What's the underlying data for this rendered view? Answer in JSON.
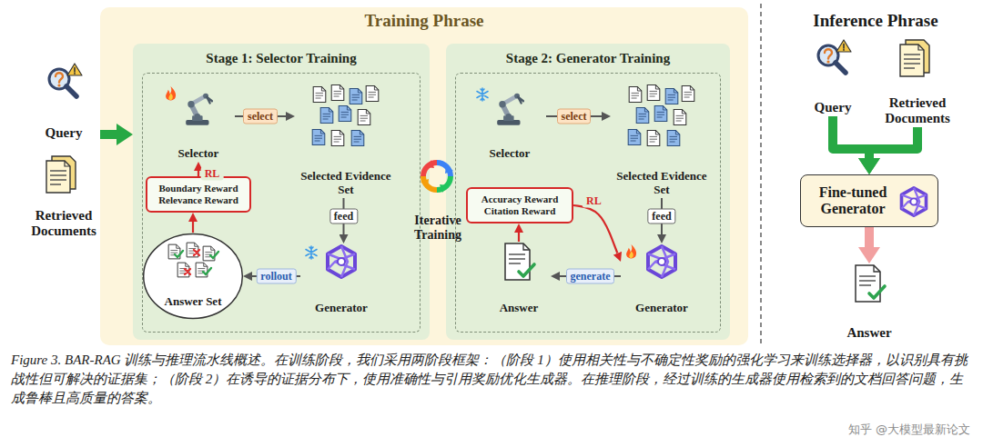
{
  "diagram": {
    "caption": "Figure 3. BAR-RAG 训练与推理流水线概述。在训练阶段，我们采用两阶段框架：（阶段 1）使用相关性与不确定性奖励的强化学习来训练选择器，以识别具有挑战性但可解决的证据集；（阶段 2）在诱导的证据分布下，使用准确性与引用奖励优化生成器。在推理阶段，经过训练的生成器使用检索到的文档回答问题，生成鲁棒且高质量的答案。",
    "nodes": [
      {
        "text": [
          "Training Phrase"
        ]
      },
      {
        "text": [
          "Stage 1: Selector Training"
        ],
        "in": 0
      },
      {
        "text": [
          "Selector"
        ],
        "in": 1
      },
      {
        "text": [
          "Selected Evidence Set"
        ],
        "in": 1
      },
      {
        "text": [
          "Generator"
        ],
        "in": 1
      },
      {
        "text": [
          "Answer Set"
        ],
        "in": 1
      },
      {
        "text": [
          "Boundary Reward",
          "Relevance Reward"
        ],
        "in": 1
      },
      {
        "text": [
          "Stage 2: Generator Training"
        ],
        "in": 0
      },
      {
        "text": [
          "Selector"
        ],
        "in": 7
      },
      {
        "text": [
          "Selected Evidence Set"
        ],
        "in": 7
      },
      {
        "text": [
          "Generator"
        ],
        "in": 7
      },
      {
        "text": [
          "Answer"
        ],
        "in": 7
      },
      {
        "text": [
          "Accuracy Reward",
          "Citation Reward"
        ],
        "in": 7
      },
      {
        "text": [
          "Iterative Training"
        ],
        "in": 0
      },
      {
        "text": [
          "Query"
        ]
      },
      {
        "text": [
          "Retrieved Documents"
        ]
      },
      {
        "text": [
          "Inference Phrase"
        ]
      },
      {
        "text": [
          "Query"
        ],
        "in": 16
      },
      {
        "text": [
          "Retrieved Documents"
        ],
        "in": 16
      },
      {
        "text": [
          "Fine-tuned Generator"
        ],
        "in": 16
      },
      {
        "text": [
          "Answer"
        ],
        "in": 16
      }
    ],
    "edges": [
      {
        "from": 2,
        "to": 3,
        "arrow": "to",
        "label": "select"
      },
      {
        "from": 3,
        "to": 4,
        "arrow": "to",
        "label": "feed"
      },
      {
        "from": 4,
        "to": 5,
        "arrow": "to",
        "label": "rollout"
      },
      {
        "from": 5,
        "to": 6,
        "arrow": "to"
      },
      {
        "from": 6,
        "to": 2,
        "arrow": "to",
        "label": "RL"
      },
      {
        "from": 8,
        "to": 9,
        "arrow": "to",
        "label": "select"
      },
      {
        "from": 9,
        "to": 10,
        "arrow": "to",
        "label": "feed"
      },
      {
        "from": 10,
        "to": 11,
        "arrow": "to",
        "label": "generate"
      },
      {
        "from": 11,
        "to": 12,
        "arrow": "to"
      },
      {
        "from": 12,
        "to": 10,
        "arrow": "to",
        "label": "RL"
      },
      {
        "from": 14,
        "to": 1,
        "arrow": "to"
      },
      {
        "from": 17,
        "to": 19,
        "arrow": "to"
      },
      {
        "from": 18,
        "to": 19,
        "arrow": "to"
      },
      {
        "from": 19,
        "to": 20,
        "arrow": "to"
      }
    ],
    "labels": [
      "知乎 @大模型最新论文"
    ]
  }
}
